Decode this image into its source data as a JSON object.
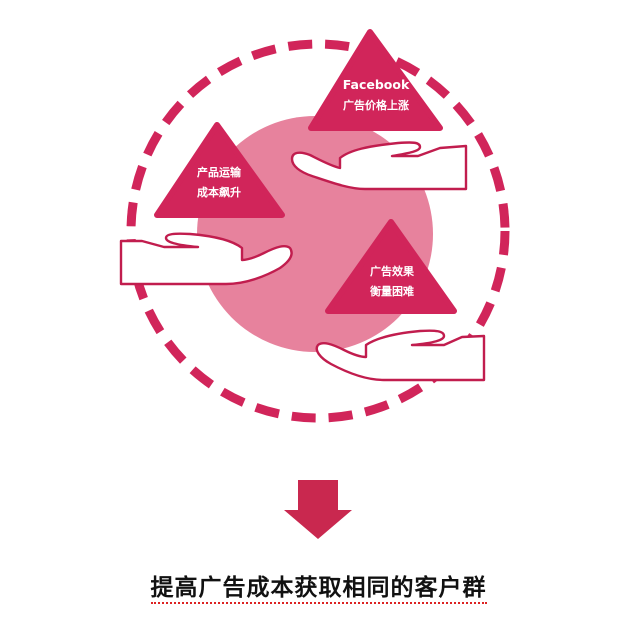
{
  "colors": {
    "accent": "#D1255A",
    "circle_fill": "#E7829D",
    "arrow": "#C9284F",
    "hand_stroke": "#C11D4E"
  },
  "triangles": [
    {
      "id": "facebook",
      "line1": "Facebook",
      "line2": "广告价格上涨"
    },
    {
      "id": "shipping",
      "line1": "产品运输",
      "line2": "成本飙升"
    },
    {
      "id": "effect",
      "line1": "广告效果",
      "line2": "衡量困难"
    }
  ],
  "caption": "提高广告成本获取相同的客户群",
  "icons": {
    "down_arrow": "down-arrow-icon",
    "hand": "hand-icon"
  }
}
